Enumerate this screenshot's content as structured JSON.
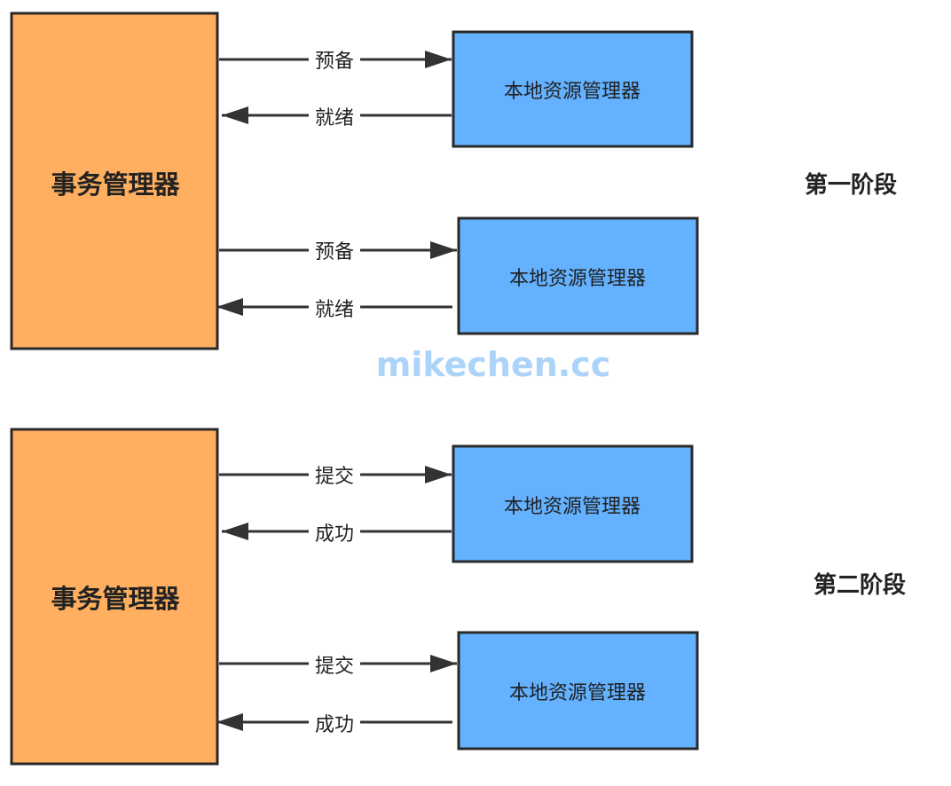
{
  "watermark": "mikechen.cc",
  "colors": {
    "tm_fill": "#FFAF5F",
    "rm_fill": "#63B1FF",
    "border": "#2A2A2A",
    "arrow": "#333333",
    "text": "#222222",
    "watermark": "#ACD3F8"
  },
  "phase1": {
    "title": "第一阶段",
    "transaction_manager": "事务管理器",
    "resource_managers": [
      {
        "label": "本地资源管理器",
        "request": "预备",
        "response": "就绪"
      },
      {
        "label": "本地资源管理器",
        "request": "预备",
        "response": "就绪"
      }
    ]
  },
  "phase2": {
    "title": "第二阶段",
    "transaction_manager": "事务管理器",
    "resource_managers": [
      {
        "label": "本地资源管理器",
        "request": "提交",
        "response": "成功"
      },
      {
        "label": "本地资源管理器",
        "request": "提交",
        "response": "成功"
      }
    ]
  }
}
